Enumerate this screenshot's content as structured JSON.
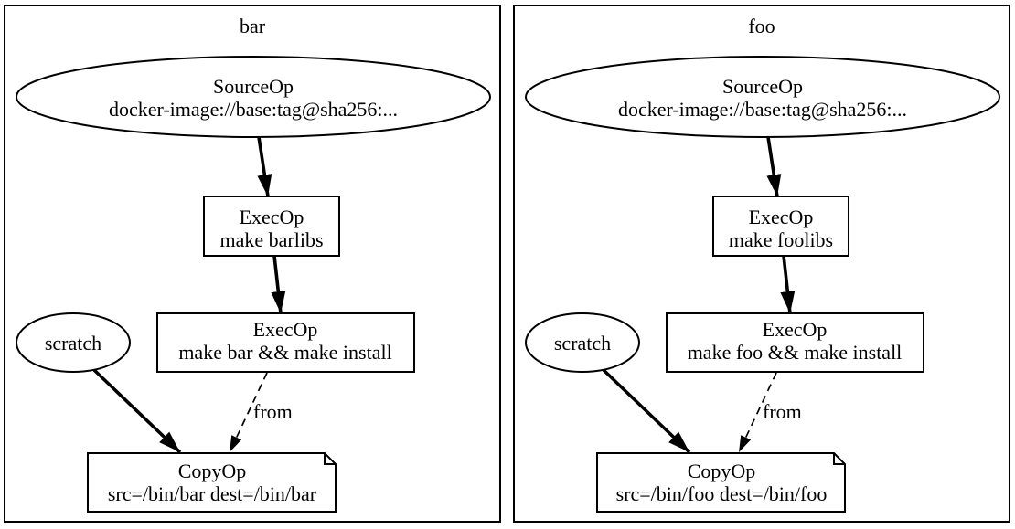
{
  "diagram": {
    "background_color": "#ffffff",
    "stroke_color": "#000000",
    "clusters": [
      {
        "label": "bar",
        "nodes": {
          "source": {
            "title": "SourceOp",
            "subtitle": "docker-image://base:tag@sha256:..."
          },
          "exec1": {
            "title": "ExecOp",
            "subtitle": "make barlibs"
          },
          "scratch": {
            "label": "scratch"
          },
          "exec2": {
            "title": "ExecOp",
            "subtitle": "make bar && make install"
          },
          "copy": {
            "title": "CopyOp",
            "subtitle": "src=/bin/bar dest=/bin/bar"
          }
        },
        "edges": {
          "from_label": "from"
        }
      },
      {
        "label": "foo",
        "nodes": {
          "source": {
            "title": "SourceOp",
            "subtitle": "docker-image://base:tag@sha256:..."
          },
          "exec1": {
            "title": "ExecOp",
            "subtitle": "make foolibs"
          },
          "scratch": {
            "label": "scratch"
          },
          "exec2": {
            "title": "ExecOp",
            "subtitle": "make foo && make install"
          },
          "copy": {
            "title": "CopyOp",
            "subtitle": "src=/bin/foo dest=/bin/foo"
          }
        },
        "edges": {
          "from_label": "from"
        }
      }
    ]
  }
}
